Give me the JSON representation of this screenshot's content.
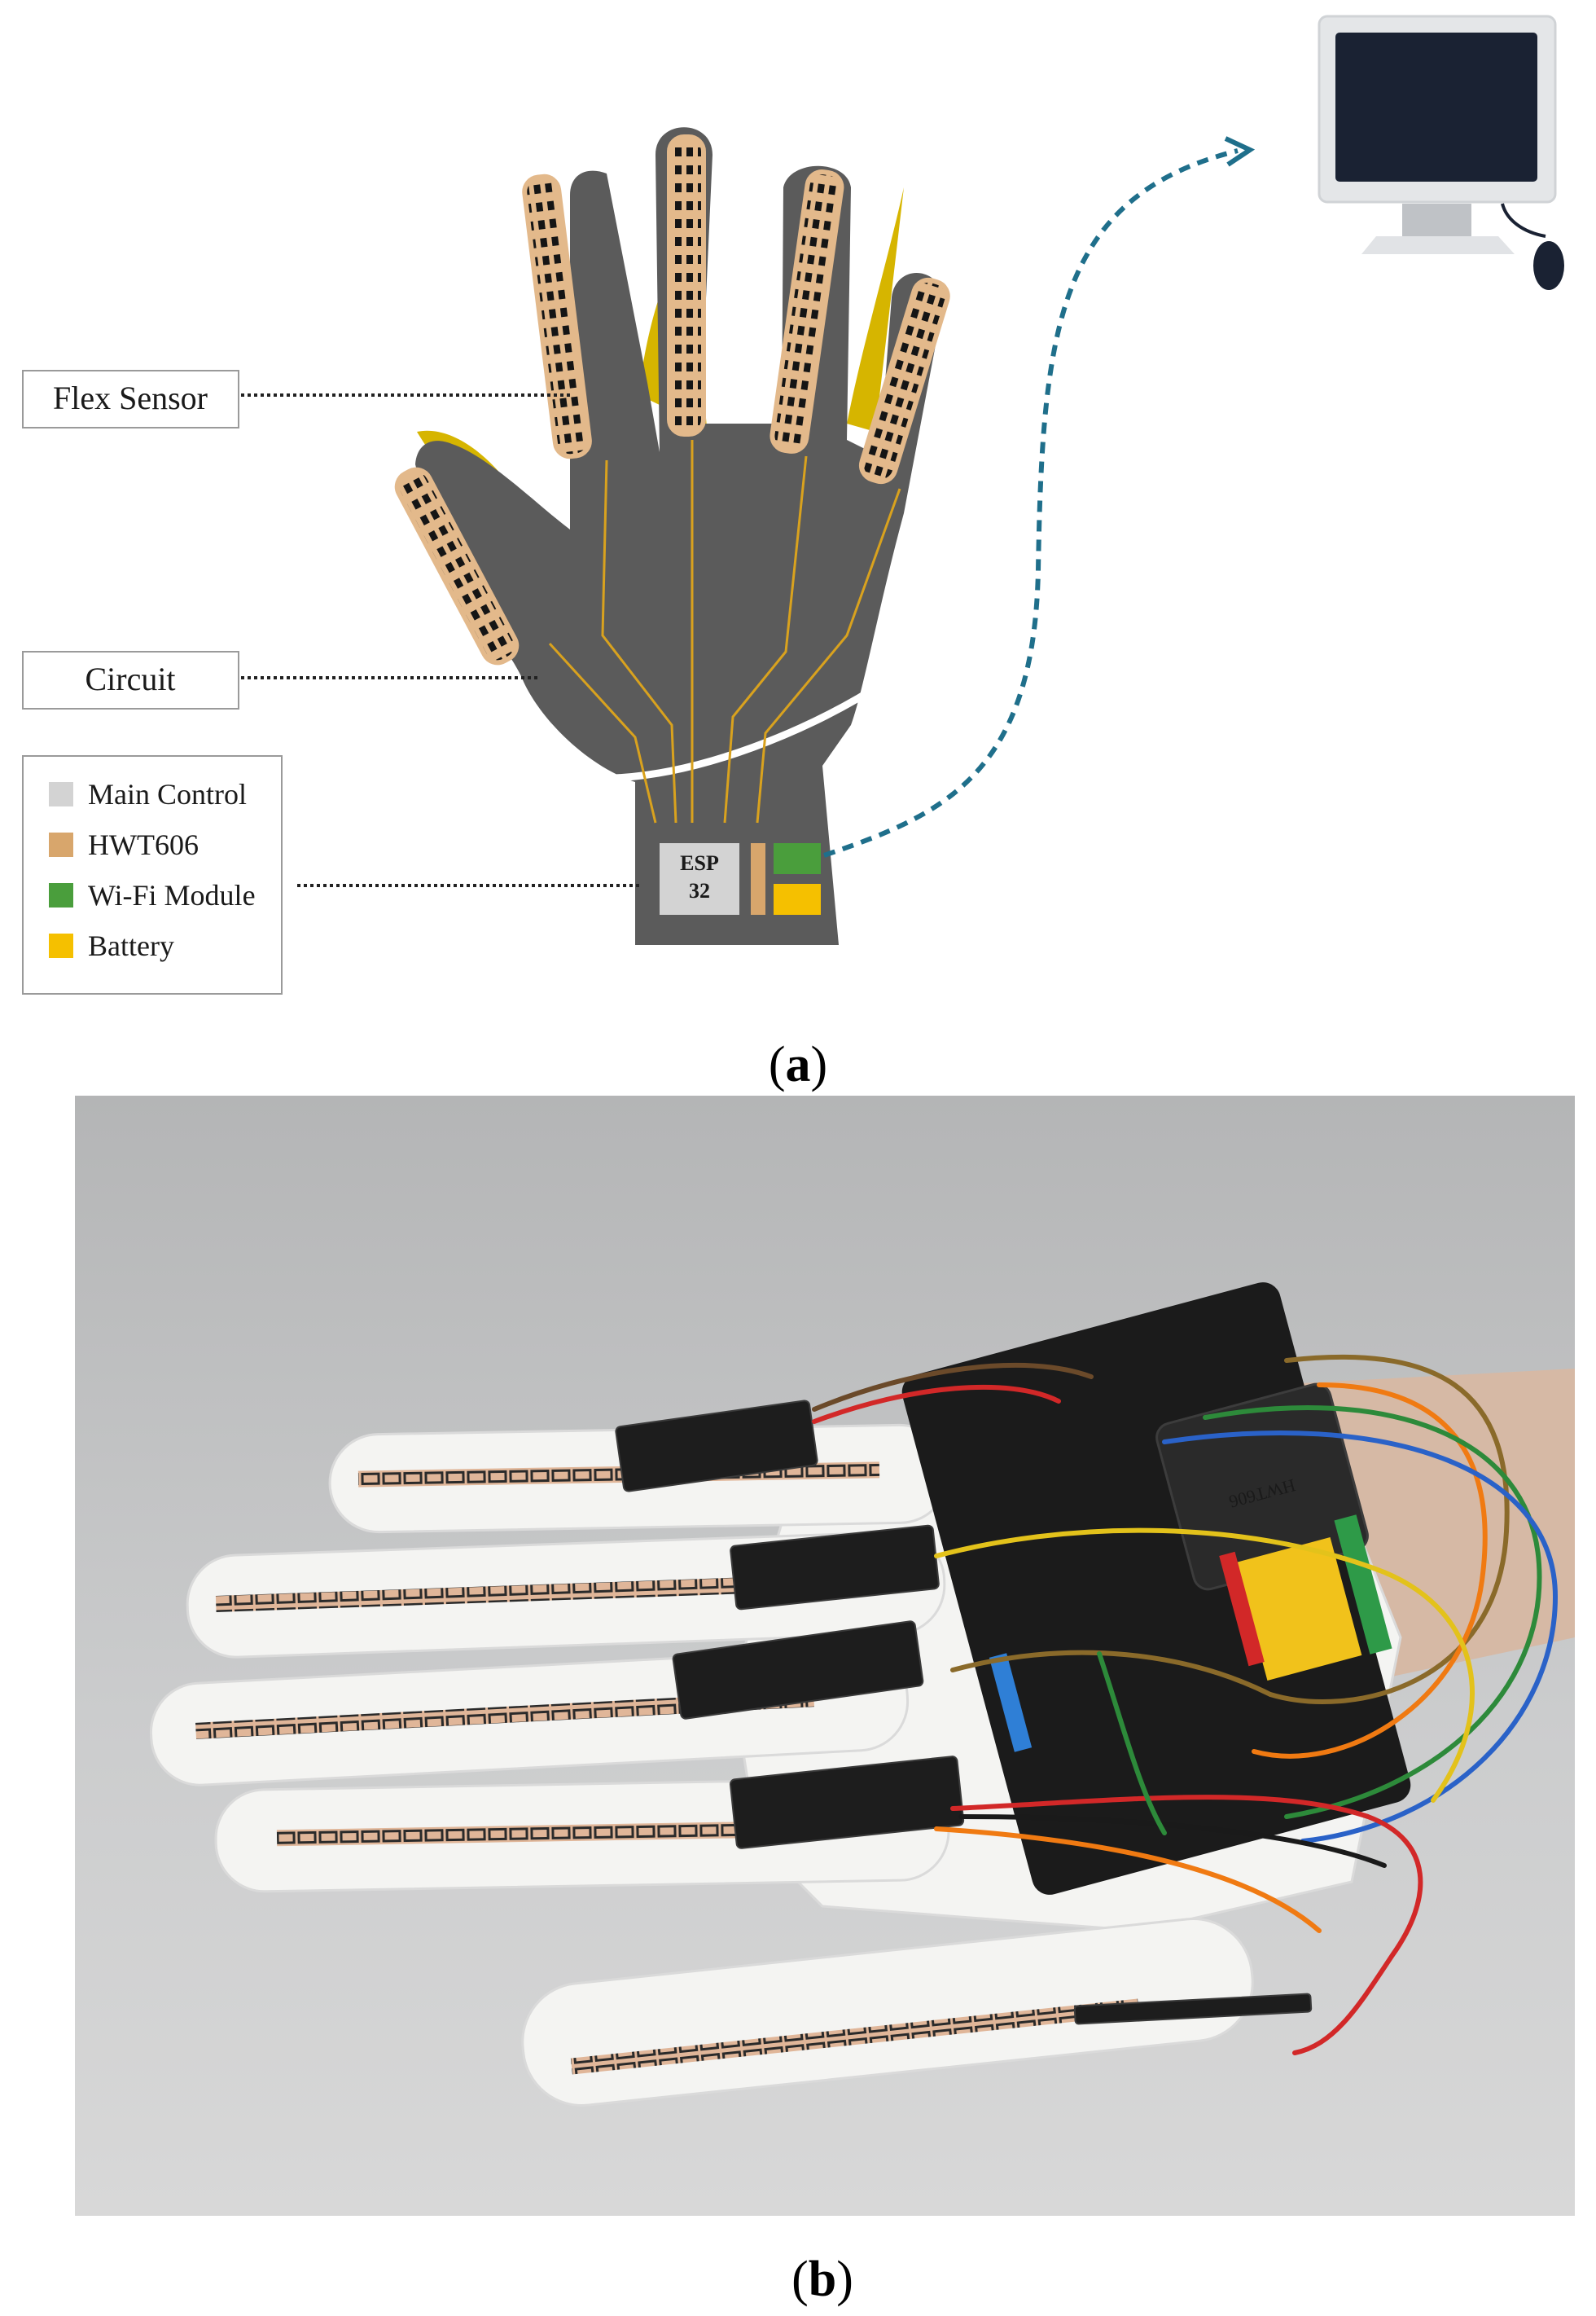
{
  "panel_a": {
    "caption_open": "(",
    "caption_letter": "a",
    "caption_close": ")",
    "callouts": {
      "flex_sensor": "Flex Sensor",
      "circuit": "Circuit"
    },
    "chip_label_line1": "ESP",
    "chip_label_line2": "32",
    "legend": [
      {
        "label": "Main Control",
        "color": "#d3d3d3"
      },
      {
        "label": "HWT606",
        "color": "#d8a66c"
      },
      {
        "label": "Wi-Fi Module",
        "color": "#4a9e3c"
      },
      {
        "label": "Battery",
        "color": "#f5c000"
      }
    ],
    "colors": {
      "glove": "#5b5b5b",
      "glove_edge": "#d6b500",
      "sensor_strip": "#e3b98b",
      "trace": "#d9a21e",
      "link": "#1f6f8b",
      "monitor_frame": "#e4e6e8",
      "monitor_screen": "#1a2233",
      "mouse": "#1a2233"
    }
  },
  "panel_b": {
    "caption_open": "(",
    "caption_letter": "b",
    "caption_close": ")",
    "board_silkscreen": "HWT606",
    "colors": {
      "background": "#c9cacb",
      "glove": "#f4f4f2",
      "board": "#1b1b1b",
      "arm": "#d6b9a5"
    }
  }
}
